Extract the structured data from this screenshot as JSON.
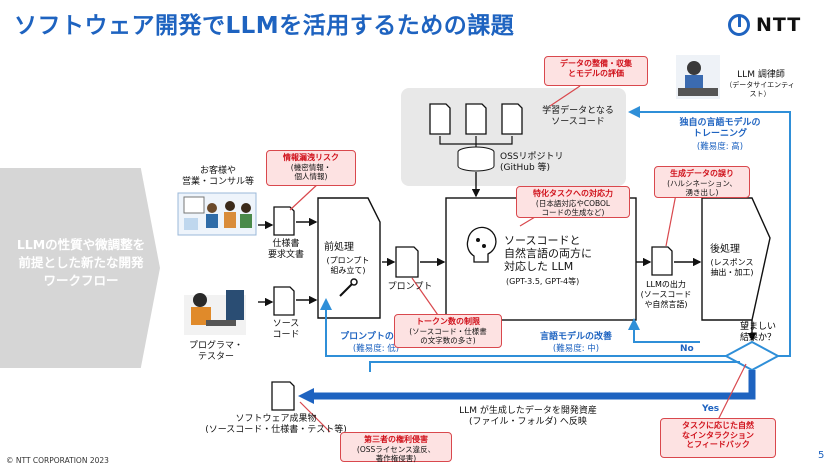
{
  "title": "ソフトウェア開発でLLMを活用するための課題",
  "logo": {
    "word": "NTT",
    "icon": "ntt-logo-icon"
  },
  "left_panel": {
    "text": "LLMの性質や微調整を前提とした新たな開発ワークフロー"
  },
  "actors": {
    "customer": "お客様や\n営業・コンサル等",
    "programmer": "プログラマ・\nテスター",
    "tuner": "LLM 調律師",
    "tuner_sub": "（データサイエンティスト）"
  },
  "docs": {
    "spec": "仕様書\n要求文書",
    "source": "ソース\nコード",
    "prompt": "プロンプト",
    "training": "学習データとなる\nソースコード",
    "oss": "OSSリポジトリ\n(GitHub 等)",
    "llm_output": "LLMの出力\n(ソースコード\nや自然言語)",
    "deliverable": "ソフトウェア成果物\n(ソースコード・仕様書・テスト等)"
  },
  "process": {
    "pre": "前処理",
    "pre_sub": "(プロンプト\n組み立て)",
    "llm": "ソースコードと\n自然言語の両方に\n対応した LLM",
    "llm_sub": "(GPT-3.5, GPT-4等)",
    "post": "後処理",
    "post_sub": "(レスポンス\n抽出・加工)",
    "decision": "望ましい\n結果か？",
    "yes": "Yes",
    "no": "No"
  },
  "flows": {
    "feedback": "LLM が生成したデータを開発資産\n(ファイル・フォルダ) へ反映",
    "prompt_improve": "プロンプトの改善",
    "prompt_diff": "(難易度: 低)",
    "model_improve": "言語モデルの改善",
    "model_diff": "(難易度: 中)",
    "train": "独自の言語モデルの\nトレーニング",
    "train_diff": "(難易度: 高)"
  },
  "callouts": {
    "data": {
      "head": "データの整備・収集\nとモデルの評価",
      "body": ""
    },
    "leak": {
      "head": "情報漏洩リスク",
      "body": "(機密情報・\n個人情報)"
    },
    "special": {
      "head": "特化タスクへの対応力",
      "body": "(日本語対応やCOBOL\nコードの生成など)"
    },
    "token": {
      "head": "トークン数の制限",
      "body": "(ソースコード・仕様書\nの文字数の多さ)"
    },
    "halluc": {
      "head": "生成データの誤り",
      "body": "(ハルシネーション、\n湧き出し)"
    },
    "rights": {
      "head": "第三者の権利侵害",
      "body": "(OSSライセンス違反、\n著作権侵害)"
    },
    "interaction": {
      "head": "タスクに応じた自然\nなインタラクション\nとフィードバック",
      "body": ""
    }
  },
  "colors": {
    "accent": "#1e63c0",
    "flow": "#2f8fd8",
    "alert": "#d0111b",
    "alert_bg": "#fde2e2"
  },
  "footer": "© NTT CORPORATION 2023",
  "page_number": "5"
}
